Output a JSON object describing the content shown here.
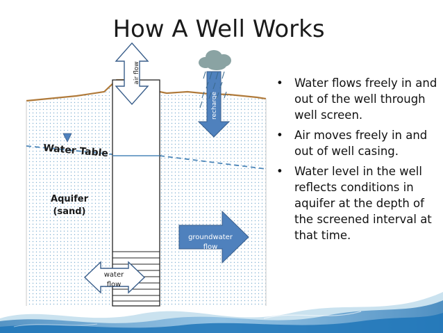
{
  "slide": {
    "title": "How A Well Works"
  },
  "diagram": {
    "labels": {
      "air_flow": "air flow",
      "recharge": "recharge",
      "water_table": "Water Table",
      "aquifer_line1": "Aquifer",
      "aquifer_line2": "(sand)",
      "groundwater_line1": "groundwater",
      "groundwater_line2": "flow",
      "water_flow_line1": "water",
      "water_flow_line2": "flow"
    }
  },
  "bullets": {
    "marker": "•",
    "items": [
      "Water flows freely in and out of the well through well screen.",
      "Air moves freely in and out of well casing.",
      "Water level in the well reflects conditions in aquifer at the depth of the screened interval at that time."
    ]
  },
  "colors": {
    "ground_line": "#b07a3a",
    "aquifer_dot": "#7faed0",
    "water_table": "#4a85b8",
    "arrow_fill": "#4f81bd",
    "arrow_stroke": "#385d8a",
    "cloud": "#8aa3a3",
    "rain": "#3c6a8e",
    "wave_dark": "#1f75b8",
    "wave_light": "#9ecae1"
  }
}
